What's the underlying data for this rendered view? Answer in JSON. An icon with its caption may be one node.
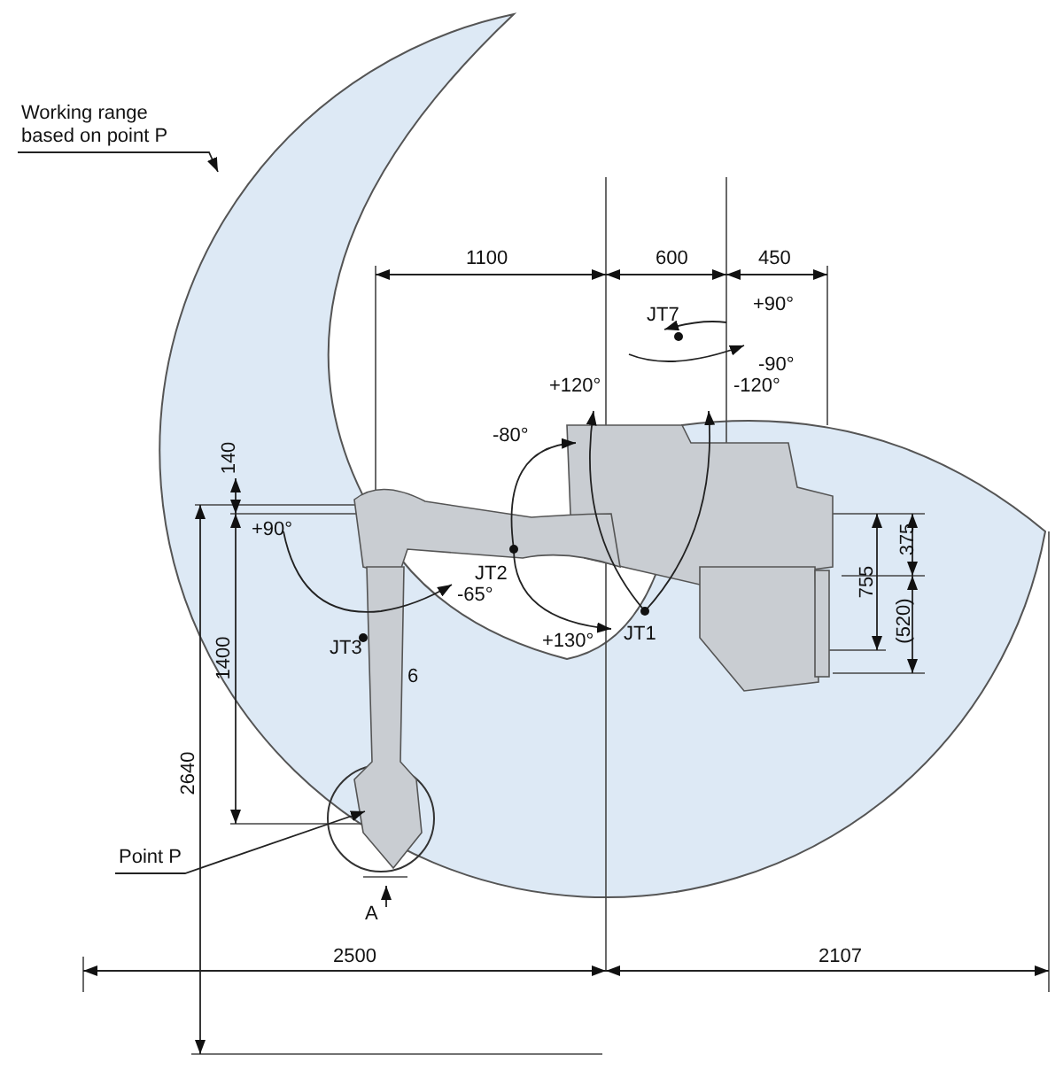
{
  "diagram": {
    "nodes": [
      {
        "text": [
          "Working range based on point P"
        ]
      },
      {
        "text": [],
        "shape": "picture"
      },
      {
        "text": [
          "Point P"
        ]
      },
      {
        "text": [],
        "shape": "circle",
        "in": 1
      }
    ],
    "edges": [
      {
        "from": 0,
        "to": 1,
        "arrow": "to"
      },
      {
        "from": 2,
        "to": 3,
        "arrow": "to"
      }
    ],
    "labels": [
      "1100",
      "600",
      "450",
      "JT7",
      "+90°",
      "-90°",
      "+120°",
      "-120°",
      "-80°",
      "140",
      "+90°",
      "JT2",
      "375",
      "-65°",
      "JT1",
      "+130°",
      "755",
      "JT3",
      "(520)",
      "6",
      "1400",
      "2640",
      "A",
      "2500",
      "2107"
    ]
  }
}
